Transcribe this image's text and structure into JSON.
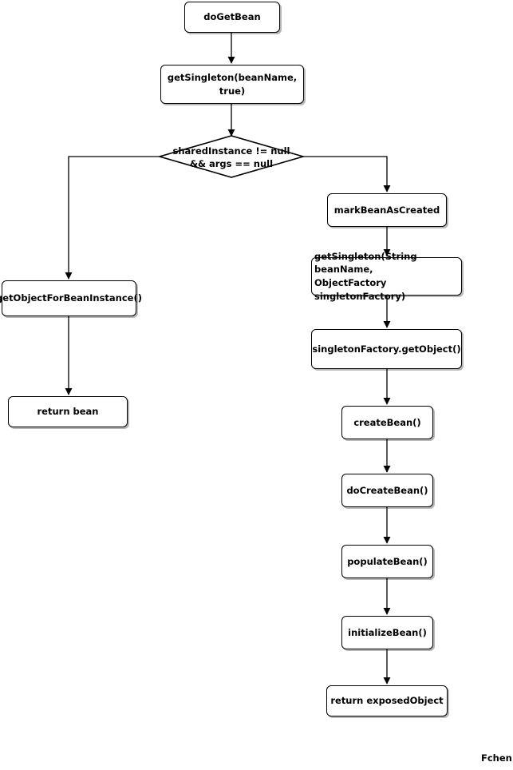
{
  "nodes": {
    "do_get_bean": "doGetBean",
    "get_singleton": "getSingleton(beanName, true)",
    "decision_line1": "sharedInstance != null",
    "decision_line2": "&& args == null",
    "get_object_for_bean_instance": "getObjectForBeanInstance()",
    "return_bean": "return bean",
    "mark_bean_as_created": "markBeanAsCreated",
    "get_singleton_factory_line1": "getSingleton(String beanName,",
    "get_singleton_factory_line2": "ObjectFactory singletonFactory)",
    "singleton_factory_get_object": "singletonFactory.getObject()",
    "create_bean": "createBean()",
    "do_create_bean": "doCreateBean()",
    "populate_bean": "populateBean()",
    "initialize_bean": "initializeBean()",
    "return_exposed_object": "return exposedObject"
  },
  "credit": "Fchen"
}
